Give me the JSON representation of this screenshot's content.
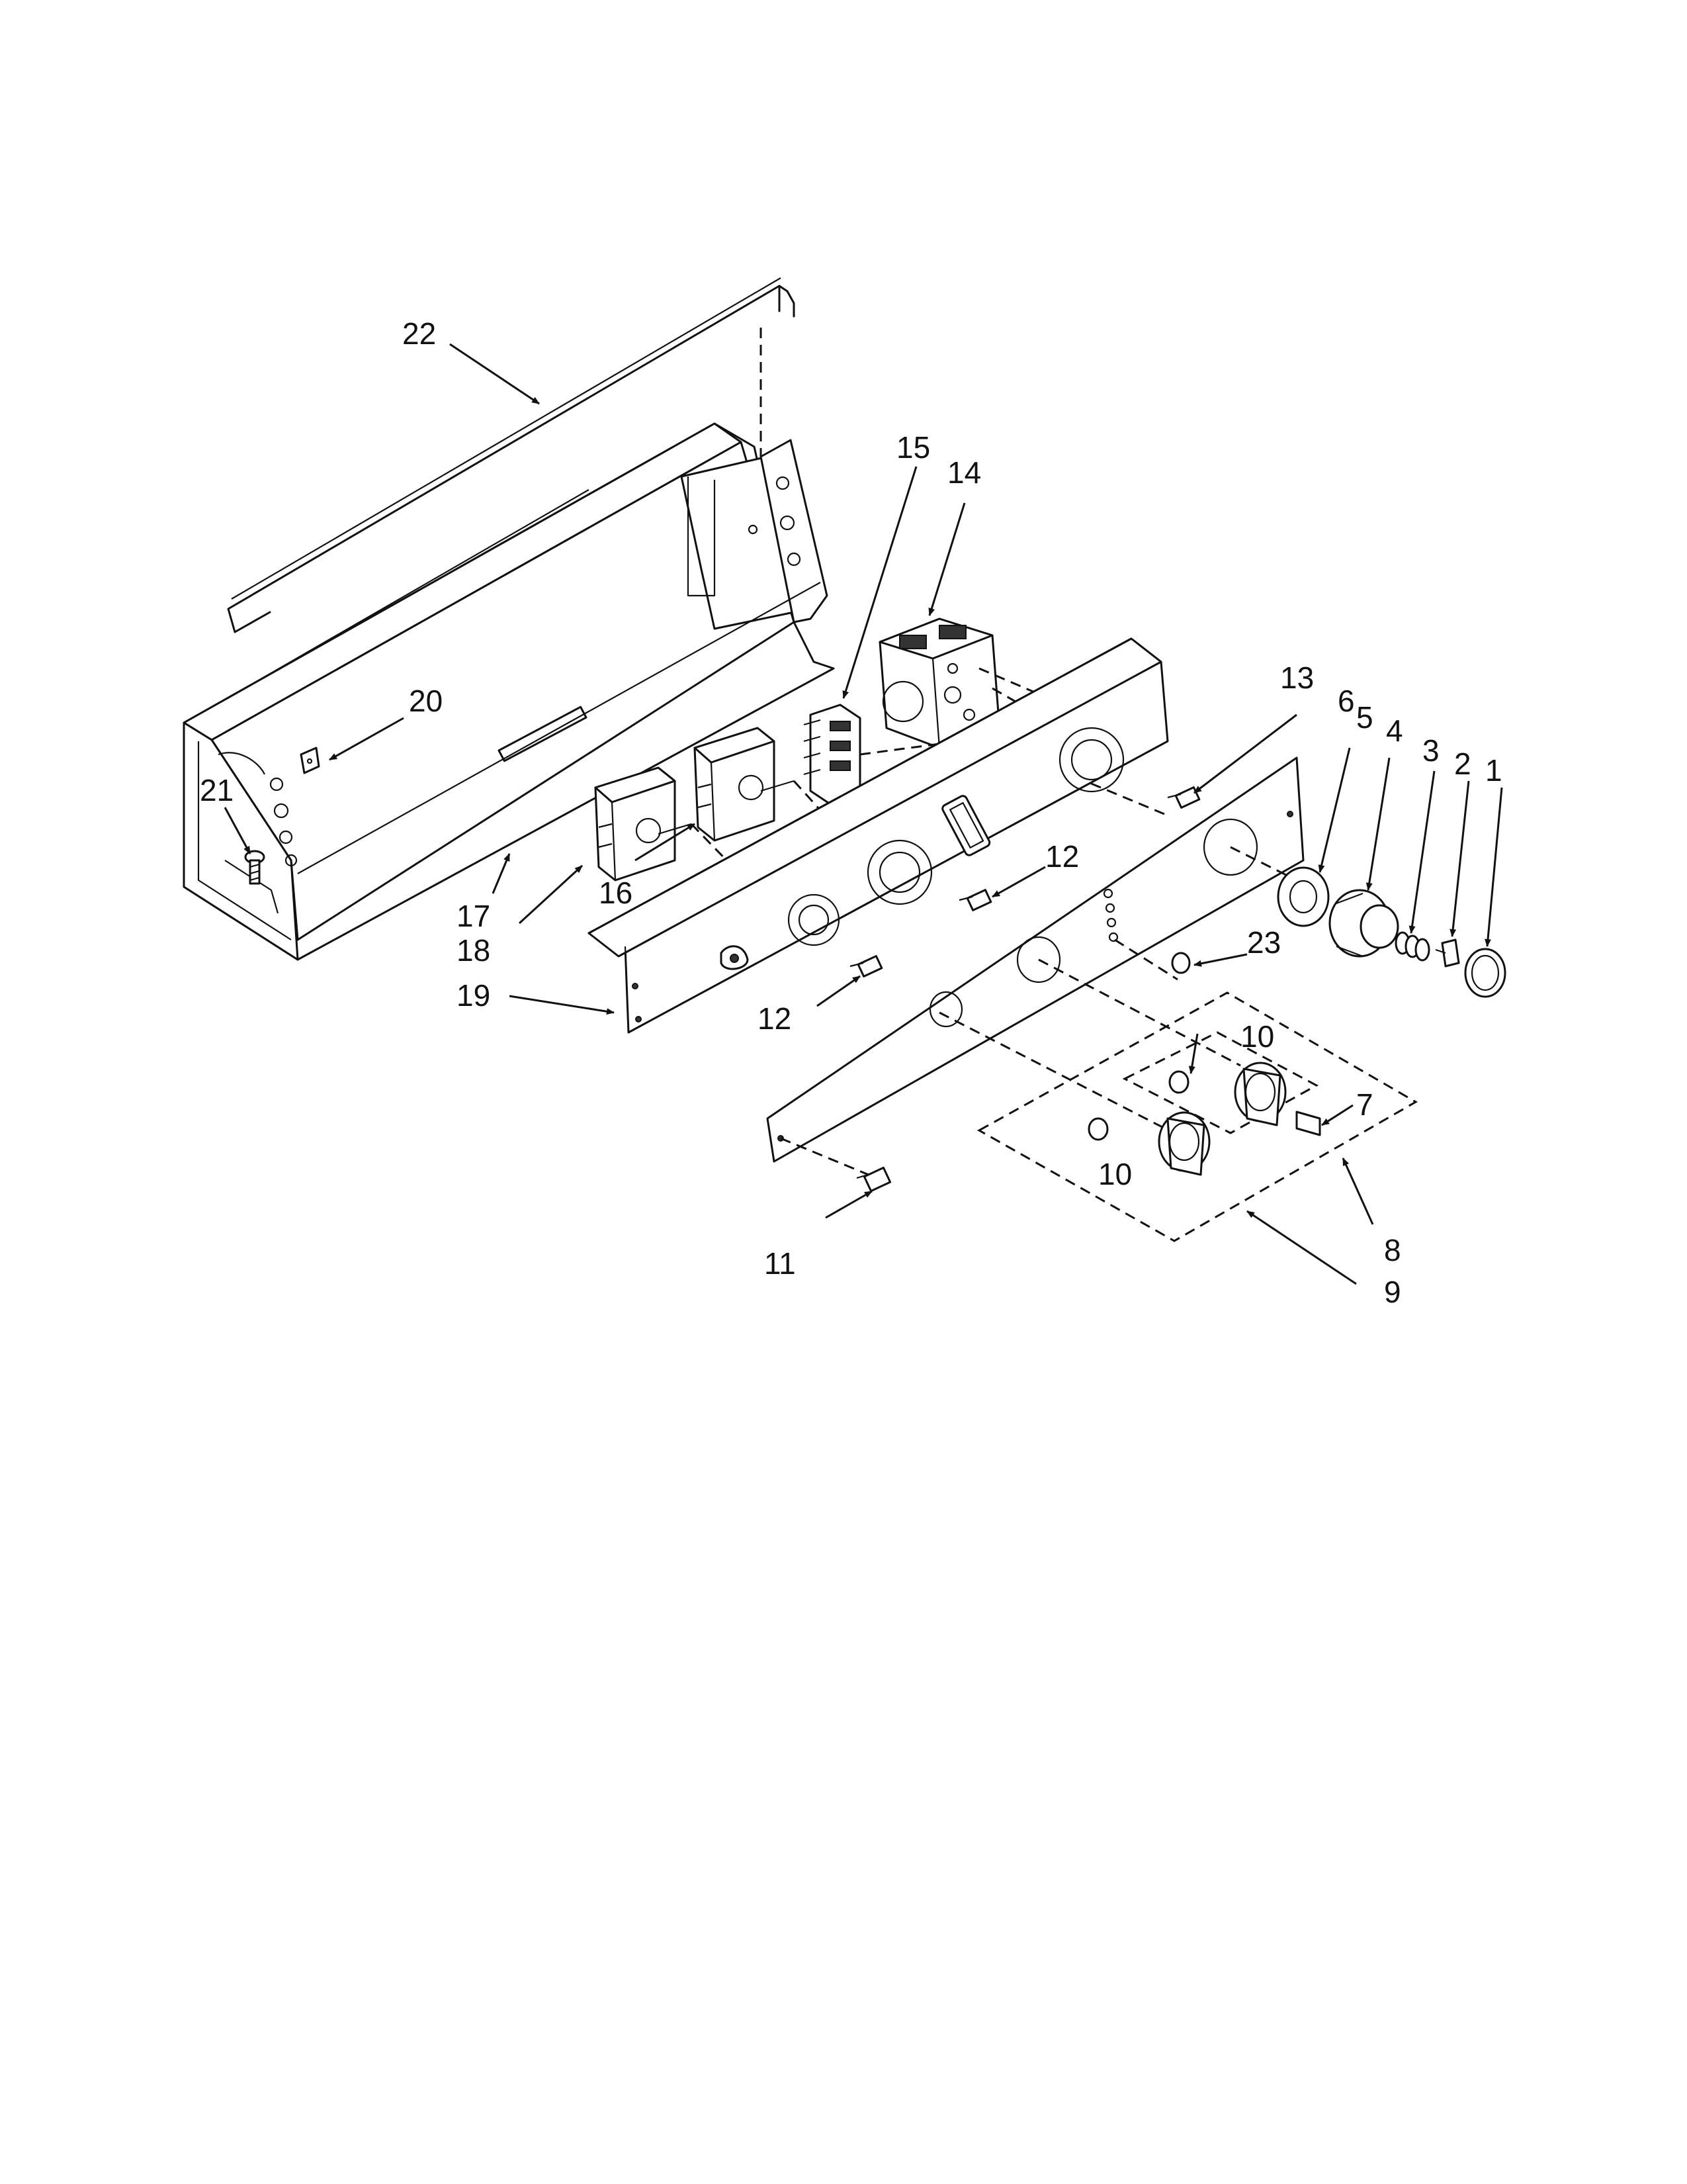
{
  "callouts": [
    {
      "id": "1",
      "label": "1"
    },
    {
      "id": "2",
      "label": "2"
    },
    {
      "id": "3",
      "label": "3"
    },
    {
      "id": "4",
      "label": "4"
    },
    {
      "id": "5",
      "label": "5"
    },
    {
      "id": "6",
      "label": "6"
    },
    {
      "id": "7",
      "label": "7"
    },
    {
      "id": "8",
      "label": "8"
    },
    {
      "id": "9",
      "label": "9"
    },
    {
      "id": "10a",
      "label": "10"
    },
    {
      "id": "10b",
      "label": "10"
    },
    {
      "id": "11",
      "label": "11"
    },
    {
      "id": "12a",
      "label": "12"
    },
    {
      "id": "12b",
      "label": "12"
    },
    {
      "id": "13",
      "label": "13"
    },
    {
      "id": "14",
      "label": "14"
    },
    {
      "id": "15",
      "label": "15"
    },
    {
      "id": "16",
      "label": "16"
    },
    {
      "id": "17",
      "label": "17"
    },
    {
      "id": "18",
      "label": "18"
    },
    {
      "id": "19",
      "label": "19"
    },
    {
      "id": "20",
      "label": "20"
    },
    {
      "id": "21",
      "label": "21"
    },
    {
      "id": "22",
      "label": "22"
    },
    {
      "id": "23",
      "label": "23"
    }
  ]
}
